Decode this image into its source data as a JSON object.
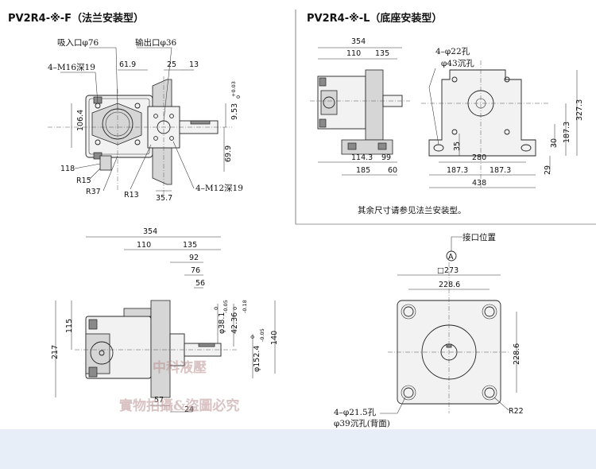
{
  "flange": {
    "title": "PV2R4-※-F（法兰安装型）",
    "suction": "吸入口φ76",
    "outlet": "输出口φ36",
    "thread_left": "4–M16深19",
    "thread_right": "4–M12深19",
    "d_61_9": "61.9",
    "d_25": "25",
    "d_13": "13",
    "d_106_4": "106.4",
    "d_9_53": "9.53",
    "tol_953": [
      "+0.03",
      "0"
    ],
    "d_69_9": "69.9",
    "d_118": "118",
    "r15": "R15",
    "r37": "R37",
    "r13": "R13",
    "d_35_7": "35.7"
  },
  "base": {
    "title": "PV2R4-※-L（底座安装型）",
    "d_354": "354",
    "d_110": "110",
    "d_135": "135",
    "hole": "4–φ22孔",
    "spot": "φ43沉孔",
    "d_327_3": "327.3",
    "d_187_3": "187.3",
    "d_30": "30",
    "d_35": "35",
    "d_114_3": "114.3",
    "d_99": "99",
    "d_185": "185",
    "d_60": "60",
    "d_280": "280",
    "d_29": "29",
    "d_187_3a": "187.3",
    "d_187_3b": "187.3",
    "d_438": "438",
    "note": "其余尺寸请参见法兰安装型。"
  },
  "side": {
    "d_354": "354",
    "d_110": "110",
    "d_135": "135",
    "d_92": "92",
    "d_76": "76",
    "d_56": "56",
    "d_217": "217",
    "d_115": "115",
    "d_38_1": "φ38.1",
    "tol_381": [
      "0",
      "-0.05"
    ],
    "d_42_36": "42.36",
    "tol_4236": [
      "0",
      "-0.18"
    ],
    "d_152_4": "φ152.4",
    "tol_1524": [
      "0",
      "-0.05"
    ],
    "d_140": "140",
    "d_57": "57",
    "d_24": "24"
  },
  "endview": {
    "port_label": "接口位置",
    "marker": "A",
    "d_273": "□273",
    "d_228_6": "228.6",
    "d_228_6v": "228.6",
    "hole": "4–φ21.5孔",
    "spot": "φ39沉孔(背面)",
    "r22": "R22"
  },
  "watermark": {
    "line1": "中科液壓",
    "line2": "實物拍攝&盜圖必究"
  }
}
